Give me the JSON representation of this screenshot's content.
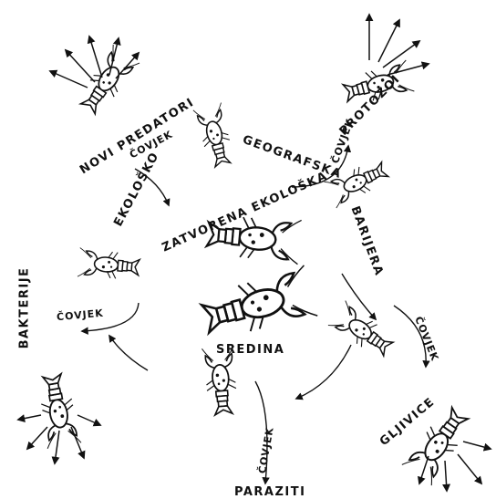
{
  "labels": {
    "zatvorena": "ZATVORENA EKOLOŠKA",
    "barijera": "BARIJERA",
    "sredina": "SREDINA",
    "geografska": "GEOGRAFSKA",
    "ekolosko": "EKOLOŠKO",
    "novi_predatori": "NOVI PREDATORI",
    "protozoi": "PROTOZOI",
    "bakterije": "BAKTERIJE",
    "gljivice": "GLJIVICE",
    "paraziti": "PARAZITI",
    "covjek": "ČOVJEK"
  },
  "colors": {
    "ink": "#111111",
    "paper": "#ffffff"
  },
  "icons": [
    "crayfish-icon",
    "arrow-icon"
  ]
}
